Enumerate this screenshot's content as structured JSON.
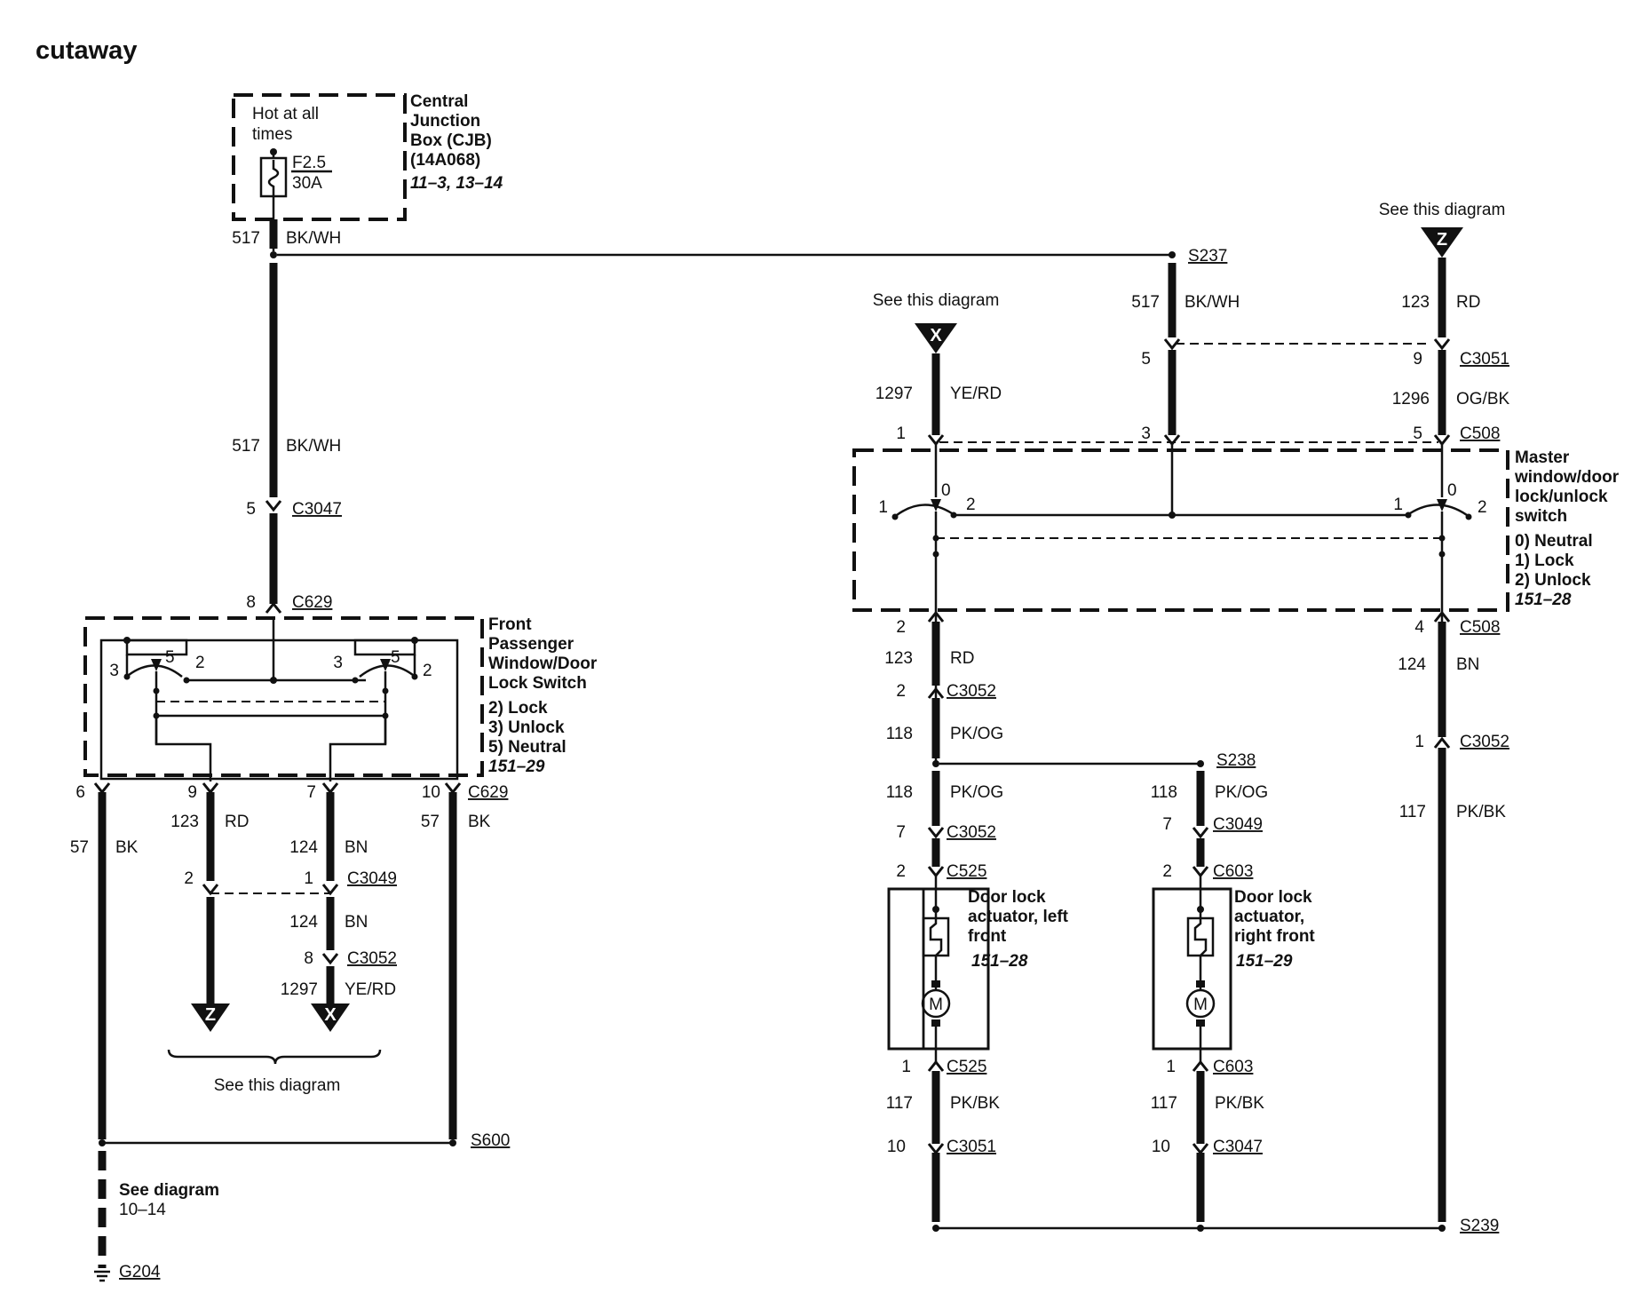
{
  "title": "cutaway",
  "cjb": {
    "hot": [
      "Hot at all",
      "times"
    ],
    "fuse": [
      "F2.5",
      "30A"
    ],
    "name": [
      "Central",
      "Junction",
      "Box (CJB)",
      "(14A068)"
    ],
    "ref": "11–3, 13–14"
  },
  "see_this_diagram": "See this diagram",
  "terminal_x": "X",
  "terminal_z": "Z",
  "left": {
    "top_circuit": "517",
    "top_color": "BK/WH",
    "mid_circuit": "517",
    "mid_color": "BK/WH",
    "c3047_pin": "5",
    "c3047": "C3047",
    "c629_top_pin": "8",
    "c629": "C629",
    "switch_name": [
      "Front",
      "Passenger",
      "Window/Door",
      "Lock Switch"
    ],
    "switch_positions": [
      "2) Lock",
      "3) Unlock",
      "5) Neutral"
    ],
    "switch_ref": "151–29",
    "pos": {
      "p3": "3",
      "p5": "5",
      "p2": "2"
    },
    "pins": {
      "p6": "6",
      "p9": "9",
      "p7": "7",
      "p10": "10"
    },
    "w57_circuit": "57",
    "w57_color": "BK",
    "w57r_circuit": "57",
    "w57r_color": "BK",
    "rd_circuit": "123",
    "rd_color": "RD",
    "bn_circuit": "124",
    "bn_color": "BN",
    "c3049_pin_a": "2",
    "c3049_pin_b": "1",
    "c3049": "C3049",
    "bn2_circuit": "124",
    "bn2_color": "BN",
    "c3052_pin": "8",
    "c3052": "C3052",
    "yerd_circuit": "1297",
    "yerd_color": "YE/RD",
    "s600": "S600",
    "ground_text": [
      "See diagram",
      "10–14"
    ],
    "g204": "G204"
  },
  "right": {
    "x_circuit": "1297",
    "x_color": "YE/RD",
    "s237": "S237",
    "s237_circuit": "517",
    "s237_color": "BK/WH",
    "z_circuit": "123",
    "z_color": "RD",
    "c3051_pin_a": "5",
    "c3051_pin_b": "9",
    "c3051": "C3051",
    "og_circuit": "1296",
    "og_color": "OG/BK",
    "c508_pins": [
      "1",
      "3",
      "5"
    ],
    "c508": "C508",
    "master_name": [
      "Master",
      "window/door",
      "lock/unlock",
      "switch"
    ],
    "master_positions": [
      "0) Neutral",
      "1) Lock",
      "2) Unlock"
    ],
    "master_ref": "151–28",
    "pos": {
      "p1": "1",
      "p0": "0",
      "p2": "2"
    },
    "c508_bottom_pin_a": "2",
    "c508_bottom_pin_b": "4",
    "c508_bottom": "C508",
    "rd_circuit": "123",
    "rd_color": "RD",
    "bn_circuit": "124",
    "bn_color": "BN",
    "c3052_pin_a": "2",
    "c3052_a": "C3052",
    "c3052_pin_b": "1",
    "c3052_b": "C3052",
    "pkog_circuit": "118",
    "pkog_color": "PK/OG",
    "s238": "S238",
    "pkog_l_circuit": "118",
    "pkog_l_color": "PK/OG",
    "pkog_r_circuit": "118",
    "pkog_r_color": "PK/OG",
    "c3052_pin_c": "7",
    "c3052_c": "C3052",
    "c3049_pin": "7",
    "c3049": "C3049",
    "pkbk_circuit": "117",
    "pkbk_color": "PK/BK",
    "c525_pin_top": "2",
    "c525": "C525",
    "c603_pin_top": "2",
    "c603": "C603",
    "actuator_left": [
      "Door lock",
      "actuator, left",
      "front"
    ],
    "actuator_left_ref": "151–28",
    "actuator_right": [
      "Door lock",
      "actuator,",
      "right front"
    ],
    "actuator_right_ref": "151–29",
    "motor": "M",
    "c525_pin_bot": "1",
    "c603_pin_bot": "1",
    "pkbk_l_circuit": "117",
    "pkbk_l_color": "PK/BK",
    "pkbk_r_circuit": "117",
    "pkbk_r_color": "PK/BK",
    "c3051_pin_c": "10",
    "c3051_c": "C3051",
    "c3047_pin": "10",
    "c3047": "C3047",
    "s239": "S239"
  }
}
